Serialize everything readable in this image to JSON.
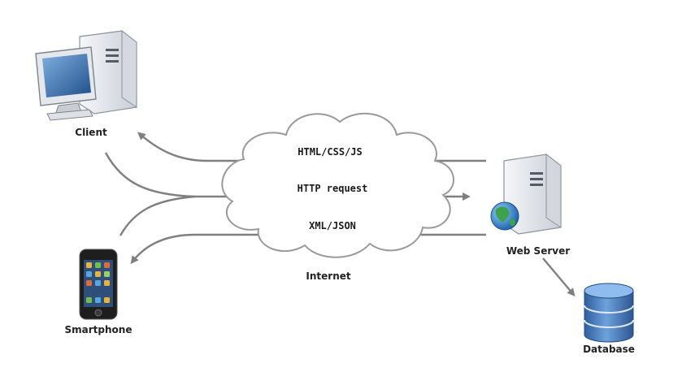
{
  "nodes": {
    "client": "Client",
    "smartphone": "Smartphone",
    "web_server": "Web Server",
    "database": "Database",
    "internet": "Internet"
  },
  "flows": {
    "response_top": "HTML/CSS/JS",
    "request": "HTTP request",
    "response_bottom": "XML/JSON"
  },
  "colors": {
    "arrow": "#7f7f7f",
    "cloud_fill": "#ffffff",
    "cloud_stroke": "#9a9a9a",
    "server_body": "#e9ecf0",
    "monitor_screen": "#3a6ea8",
    "db_blue": "#4a7fc0"
  }
}
